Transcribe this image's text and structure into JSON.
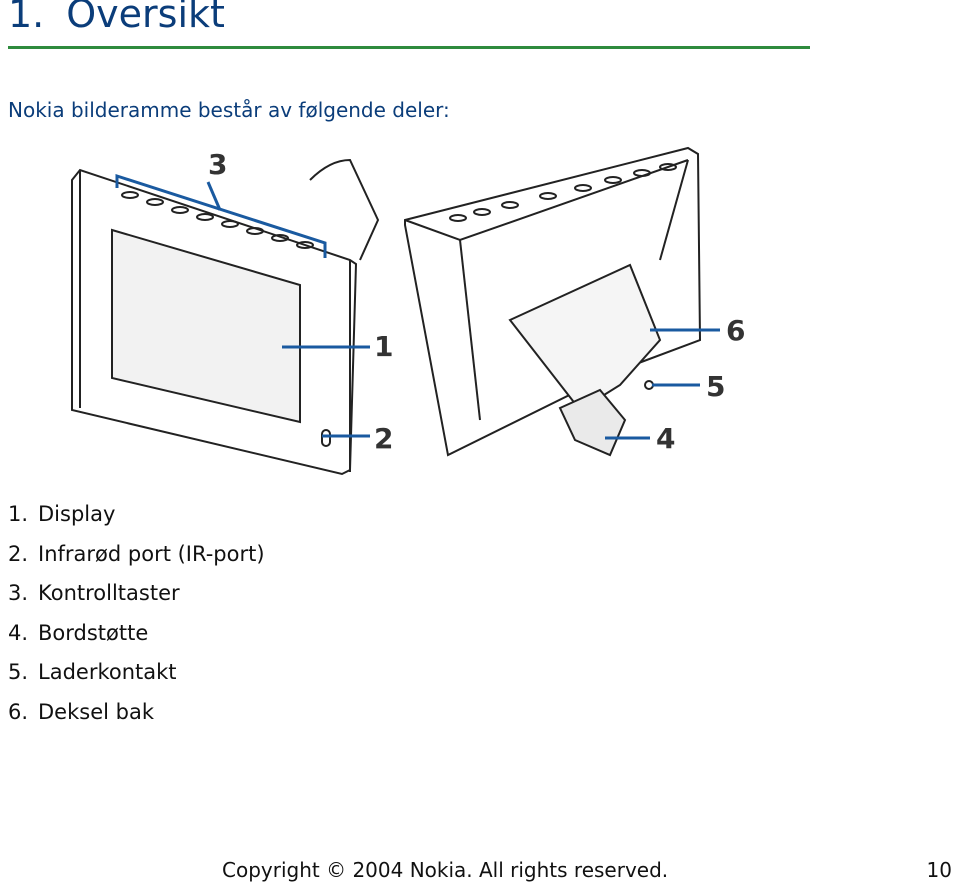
{
  "heading": {
    "number": "1.",
    "title": "Oversikt"
  },
  "intro": "Nokia bilderamme består av følgende deler:",
  "figure": {
    "callouts": [
      "1",
      "2",
      "3",
      "4",
      "5",
      "6"
    ],
    "line_color": "#1a5aa0"
  },
  "parts": [
    {
      "number": "1.",
      "label": "Display"
    },
    {
      "number": "2.",
      "label": "Infrarød port (IR-port)"
    },
    {
      "number": "3.",
      "label": "Kontrolltaster"
    },
    {
      "number": "4.",
      "label": "Bordstøtte"
    },
    {
      "number": "5.",
      "label": "Laderkontakt"
    },
    {
      "number": "6.",
      "label": "Deksel bak"
    }
  ],
  "footer": {
    "copyright": "Copyright © 2004 Nokia. All rights reserved.",
    "page_number": "10"
  },
  "colors": {
    "heading": "#0b3d7a",
    "rule": "#2e8b3d",
    "callout_line": "#1a5aa0"
  }
}
